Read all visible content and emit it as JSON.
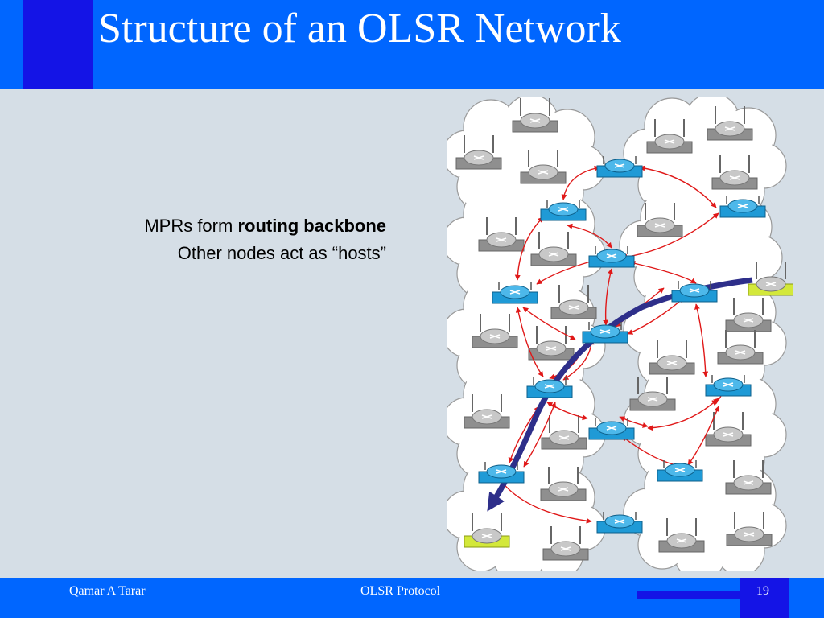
{
  "slide": {
    "title": "Structure of an OLSR Network"
  },
  "body": {
    "line1_prefix": "MPRs form ",
    "line1_bold": "routing backbone",
    "line2": "Other nodes act as “hosts”"
  },
  "footer": {
    "author": "Qamar A Tarar",
    "center": "OLSR Protocol",
    "page": "19"
  },
  "diagram": {
    "icons": {
      "mpr": "blue-router-icon",
      "host": "gray-wireless-router-icon",
      "endpoint": "green-wireless-router-icon"
    },
    "colors": {
      "mpr": "#1f9ad6",
      "host": "#9a9a9a",
      "endpoint": "#d3e83a",
      "link": "#e01818",
      "route": "#2e2f8a",
      "cloud": "#ffffff"
    }
  }
}
